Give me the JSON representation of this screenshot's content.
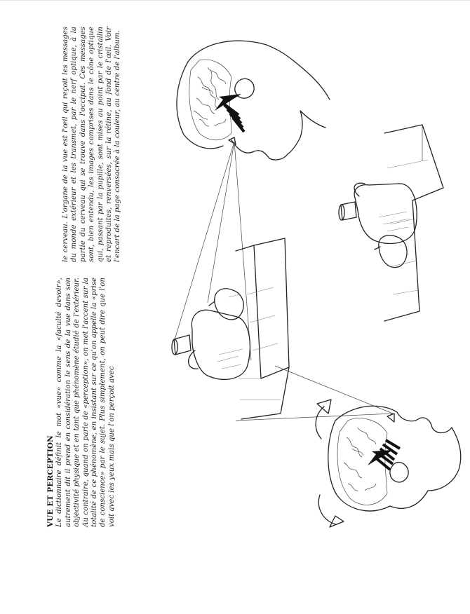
{
  "left_block": {
    "heading": "VUE ET PERCEPTION",
    "paragraph": "Le dictionnaire définit le mot «vue» comme la «faculté devoir», autrement dit il prend en considération le sens de la vue dans son objectivité physique et en tant que phénomène étudié de l'extérieur. Au contraire, quand on parle de «perception», on met l'accent sur la totalité de ce phénomène, en insistant sur ce qu'on appelle la «prise de conscience» par le sujet. Plus simplement, on peut dire que l'on voit avec les yeux mais que l'on perçoit avec"
  },
  "right_block": {
    "paragraph": "le cerveau. L'organe de la vue est l'œil qui reçoit les messages du monde extérieur et les transmet, par le nerf optique, à la partie du cerveau qui se trouve dans l'occiput. Ces messages sont, bien entendu, les images comprises dans le cône optique qui, passant par la pupille, sont mises au point par le cristallin et reproduites, renversées, sur la rétine, au fond de l'œil. Voir l'encart de la page consacrée à la couleur, au centre de l'album."
  }
}
